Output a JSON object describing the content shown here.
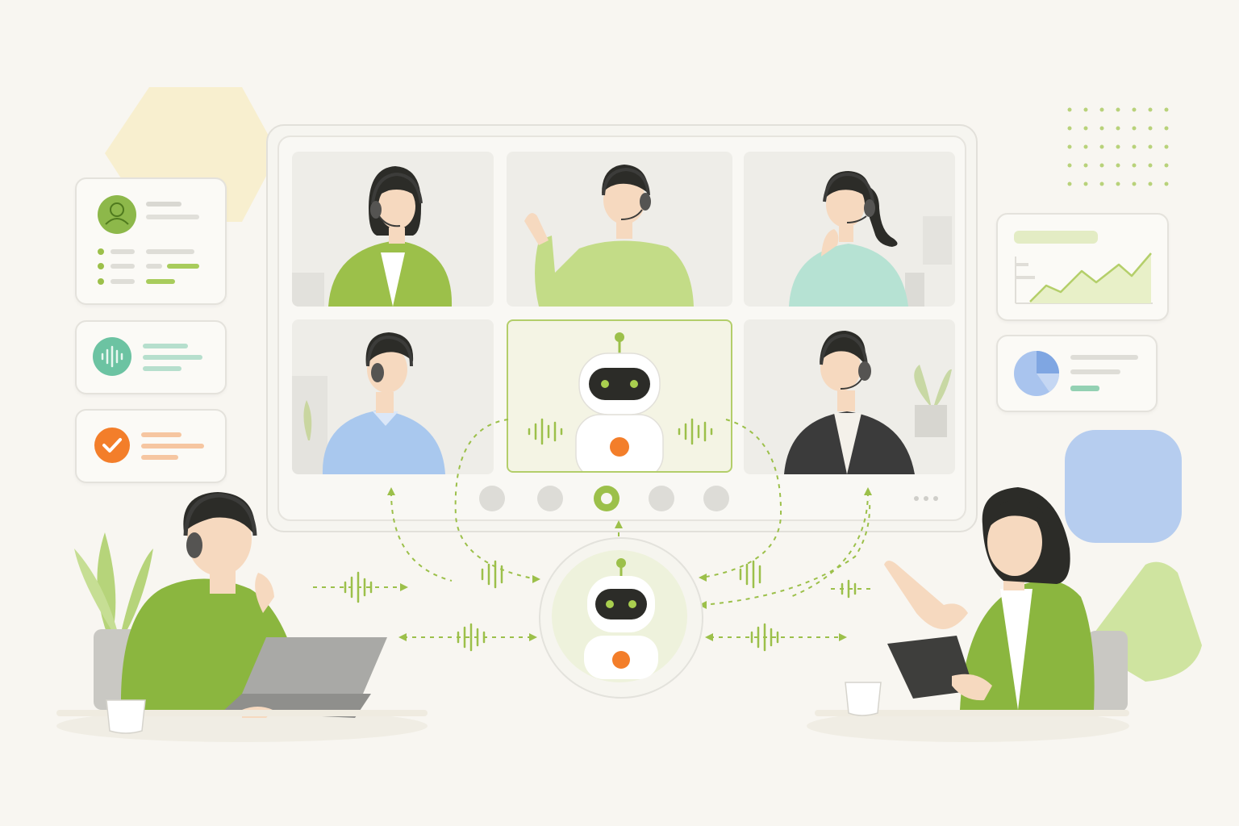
{
  "colors": {
    "background": "#f8f6f1",
    "accent_green": "#9cc04a",
    "light_green": "#d3e6a8",
    "teal": "#6cc3a2",
    "orange": "#f37e2a",
    "blue": "#a9c4ee",
    "robot_dark": "#2c2c28",
    "robot_eye": "#a9cf4f"
  },
  "left_panels": {
    "profile_card": {
      "icon": "user-avatar-icon"
    },
    "audio_card": {
      "icon": "sound-wave-icon"
    },
    "task_card": {
      "icon": "checkmark-icon"
    }
  },
  "right_panels": {
    "chart_card": {
      "icon": "line-chart-icon"
    },
    "pie_card": {
      "icon": "pie-chart-icon"
    }
  },
  "video_call": {
    "participants": [
      {
        "role": "woman-green-blazer-headset"
      },
      {
        "role": "man-green-shirt-headset-waving"
      },
      {
        "role": "woman-teal-sweater-headset"
      },
      {
        "role": "man-blue-shirt-headset"
      },
      {
        "role": "ai-assistant-robot"
      },
      {
        "role": "man-grey-blazer-headset"
      }
    ],
    "controls": [
      "control-dot",
      "control-dot",
      "active-control",
      "control-dot",
      "control-dot"
    ],
    "more_icon": "more-dots-icon"
  },
  "ai_hub": {
    "icon": "robot-icon"
  },
  "people": {
    "left": "agent-with-laptop",
    "right": "agent-with-tablet"
  }
}
